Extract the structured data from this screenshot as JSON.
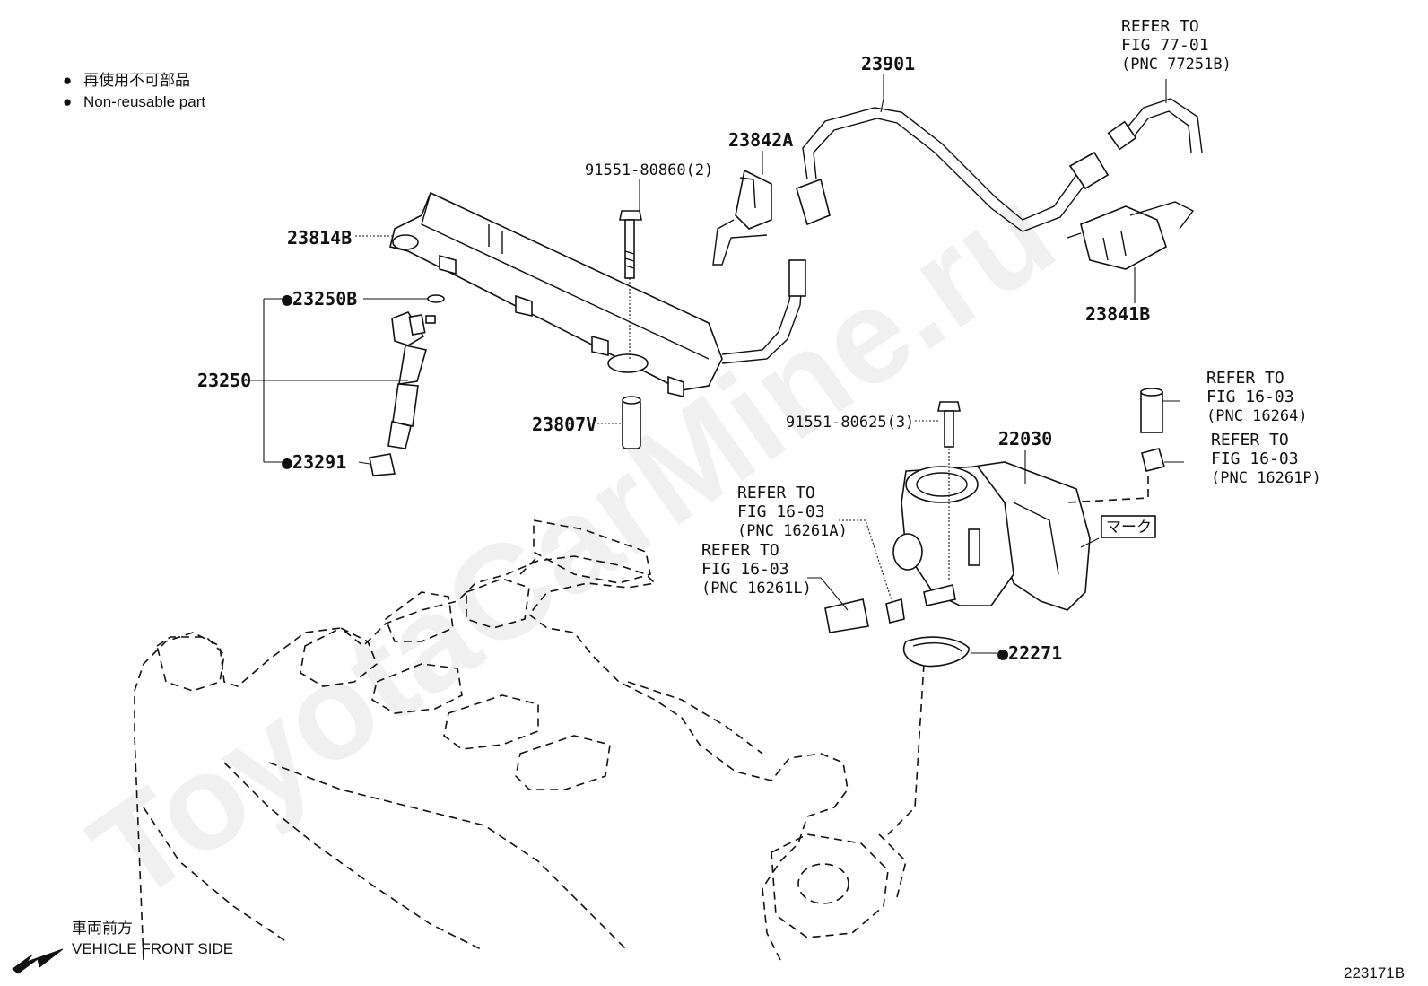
{
  "legend": {
    "japanese": "再使用不可部品",
    "english": "Non-reusable part",
    "bullet": "●"
  },
  "parts": {
    "p23901": "23901",
    "p23842A": "23842A",
    "p23814B": "23814B",
    "p23841B": "23841B",
    "p23250B": "●23250B",
    "p23250": "23250",
    "p23291": "●23291",
    "p23807V": "23807V",
    "p22030": "22030",
    "p22271": "●22271",
    "bolt1": "91551-80860(2)",
    "bolt2": "91551-80625(3)"
  },
  "refs": {
    "r77": [
      "REFER TO",
      "FIG 77-01",
      "(PNC 77251B)"
    ],
    "r16264": [
      "REFER TO",
      "FIG 16-03",
      "(PNC 16264)"
    ],
    "r16261P": [
      "REFER TO",
      "FIG 16-03",
      "(PNC 16261P)"
    ],
    "r16261A": [
      "REFER TO",
      "FIG 16-03",
      "(PNC 16261A)"
    ],
    "r16261L": [
      "REFER TO",
      "FIG 16-03",
      "(PNC 16261L)"
    ]
  },
  "mark_label": "マーク",
  "front": {
    "japanese": "車両前方",
    "english": "VEHICLE FRONT SIDE"
  },
  "figure_id": "223171B",
  "watermark": "ToyotaCarMine.ru",
  "icons": {
    "direction": "arrow-left-down-icon"
  }
}
